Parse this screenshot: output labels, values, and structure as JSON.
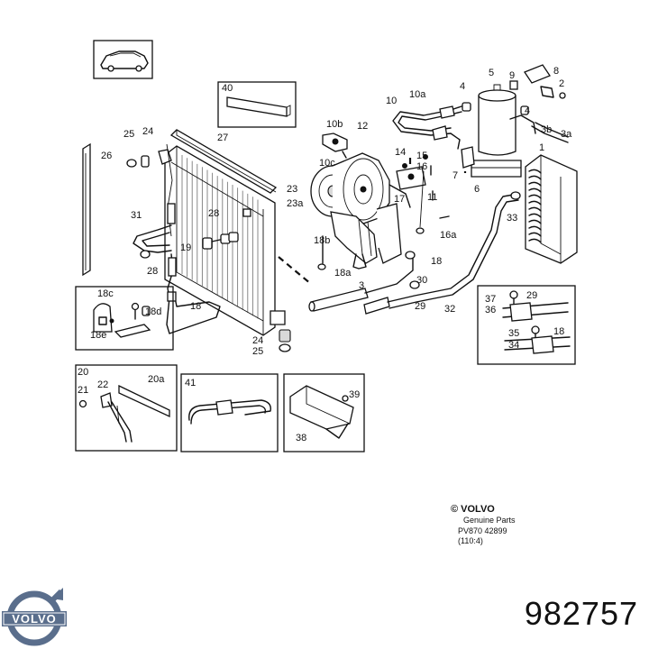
{
  "labels": {
    "l1": "1",
    "l2": "2",
    "l3": "3",
    "l3a": "3a",
    "l3b": "3b",
    "l4a": "4",
    "l4b": "4",
    "l5": "5",
    "l6": "6",
    "l7": "7",
    "l8": "8",
    "l9": "9",
    "l10": "10",
    "l10a": "10a",
    "l10b": "10b",
    "l10c": "10c",
    "l11": "11",
    "l12": "12",
    "l14": "14",
    "l15": "15",
    "l16": "16",
    "l16a": "16a",
    "l17": "17",
    "l18a": "18",
    "l18b": "18",
    "l18c": "18",
    "l18a2": "18a",
    "l18b2": "18b",
    "l18cbox": "18c",
    "l18d": "18d",
    "l18e": "18e",
    "l19": "19",
    "l20": "20",
    "l20a": "20a",
    "l21": "21",
    "l22": "22",
    "l23": "23",
    "l23a": "23a",
    "l24a": "24",
    "l24b": "24",
    "l25a": "25",
    "l25b": "25",
    "l26": "26",
    "l27": "27",
    "l28a": "28",
    "l28b": "28",
    "l29a": "29",
    "l29b": "29",
    "l30": "30",
    "l31": "31",
    "l32": "32",
    "l33": "33",
    "l34": "34",
    "l35": "35",
    "l36": "36",
    "l37": "37",
    "l38": "38",
    "l39": "39",
    "l40": "40",
    "l41": "41"
  },
  "footer": {
    "copyright_brand": "© VOLVO",
    "genuine_parts": "Genuine Parts",
    "pv_ref": "PV870 42899",
    "sub_ref": "(110:4)"
  },
  "logo": {
    "brand": "VOLVO",
    "color": "#5a6e8c"
  },
  "part_number": "982757"
}
